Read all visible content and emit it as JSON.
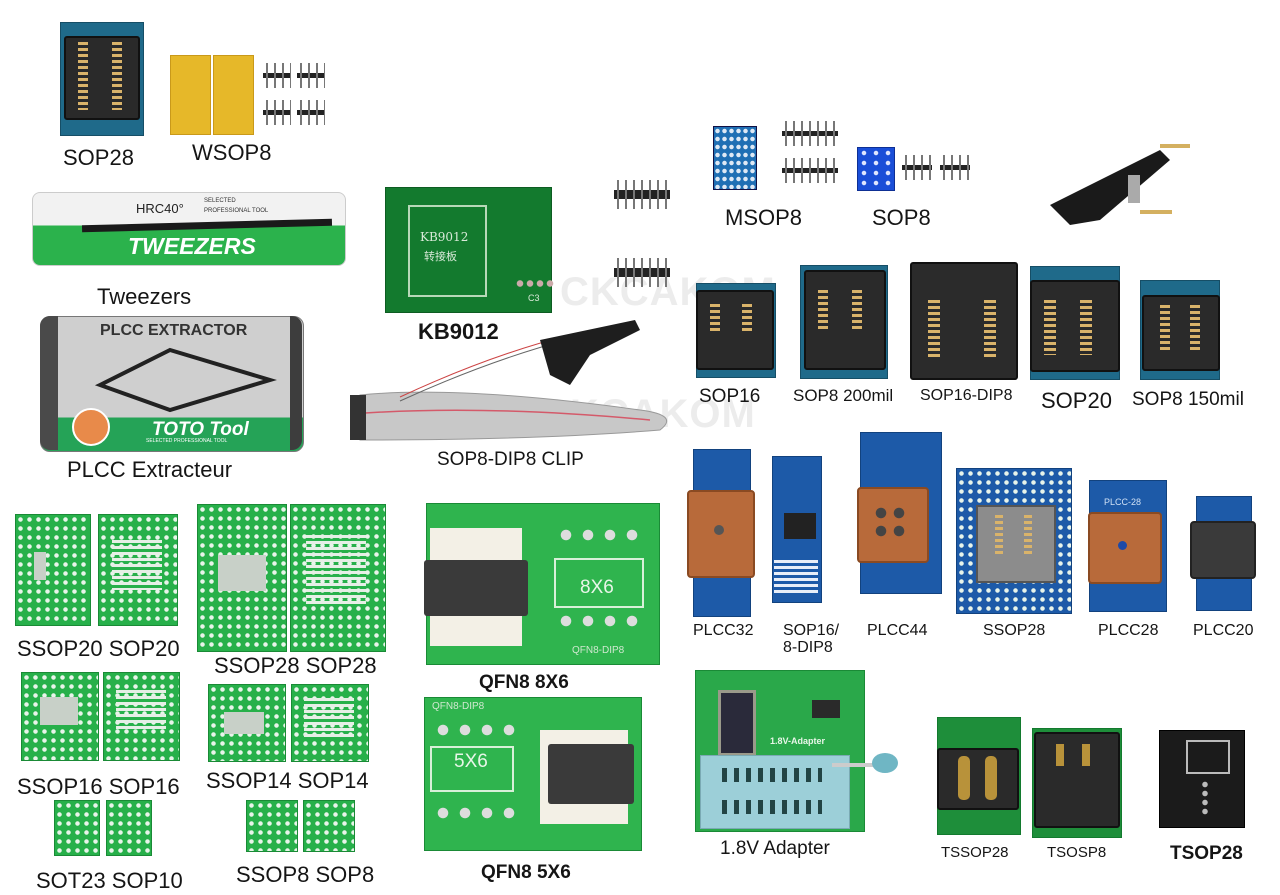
{
  "title": "Programmer adapter kit contents",
  "watermark": "CKCAKOM",
  "items": {
    "sop28_top": {
      "label": "SOP28"
    },
    "wsop8": {
      "label": "WSOP8"
    },
    "tweezers": {
      "label": "Tweezers",
      "package_brand": "HRC40°",
      "package_sub1": "SELECTED",
      "package_sub2": "PROFESSIONAL TOOL",
      "package_title": "TWEEZERS"
    },
    "plcc_extractor": {
      "label": "PLCC Extracteur",
      "package_title": "PLCC EXTRACTOR",
      "brand": "TOTO Tool",
      "brand_sub": "SELECTED PROFESSIONAL TOOL"
    },
    "kb9012": {
      "label": "KB9012",
      "board_text": "KB9012",
      "board_text2": "转接板",
      "board_code": "C3"
    },
    "sop8_dip8_clip": {
      "label": "SOP8-DIP8 CLIP"
    },
    "msop8": {
      "label": "MSOP8"
    },
    "sop8_blue": {
      "label": "SOP8"
    },
    "test_clip": {
      "label": ""
    },
    "sop16": {
      "label": "SOP16"
    },
    "sop8_200mil": {
      "label": "SOP8 200mil"
    },
    "sop16_dip8": {
      "label": "SOP16-DIP8"
    },
    "sop20": {
      "label": "SOP20"
    },
    "sop8_150mil": {
      "label": "SOP8 150mil"
    },
    "plcc32": {
      "label": "PLCC32"
    },
    "sop16_8_dip8": {
      "label_line1": "SOP16/",
      "label_line2": "8-DIP8"
    },
    "plcc44": {
      "label": "PLCC44"
    },
    "ssop28": {
      "label": "SSOP28"
    },
    "plcc28": {
      "label": "PLCC28",
      "board_text": "PLCC-28"
    },
    "plcc20": {
      "label": "PLCC20"
    },
    "ssop20_sop20": {
      "label": "SSOP20 SOP20"
    },
    "ssop28_sop28": {
      "label": "SSOP28 SOP28"
    },
    "ssop16_sop16": {
      "label": "SSOP16 SOP16"
    },
    "ssop14_sop14": {
      "label": "SSOP14 SOP14"
    },
    "sot23_sop10": {
      "label": "SOT23 SOP10"
    },
    "ssop8_sop8": {
      "label": "SSOP8 SOP8"
    },
    "qfn8_8x6": {
      "label": "QFN8 8X6",
      "board_text": "8X6",
      "board_code": "QFN8-DIP8"
    },
    "qfn8_5x6": {
      "label": "QFN8 5X6",
      "board_text": "5X6",
      "board_code": "QFN8-DIP8"
    },
    "adapter_1v8": {
      "label": "1.8V Adapter",
      "board_text": "1.8V-Adapter"
    },
    "tssop28": {
      "label": "TSSOP28"
    },
    "tsosp8": {
      "label": "TSOSP8"
    },
    "tsop28": {
      "label": "TSOP28"
    }
  }
}
